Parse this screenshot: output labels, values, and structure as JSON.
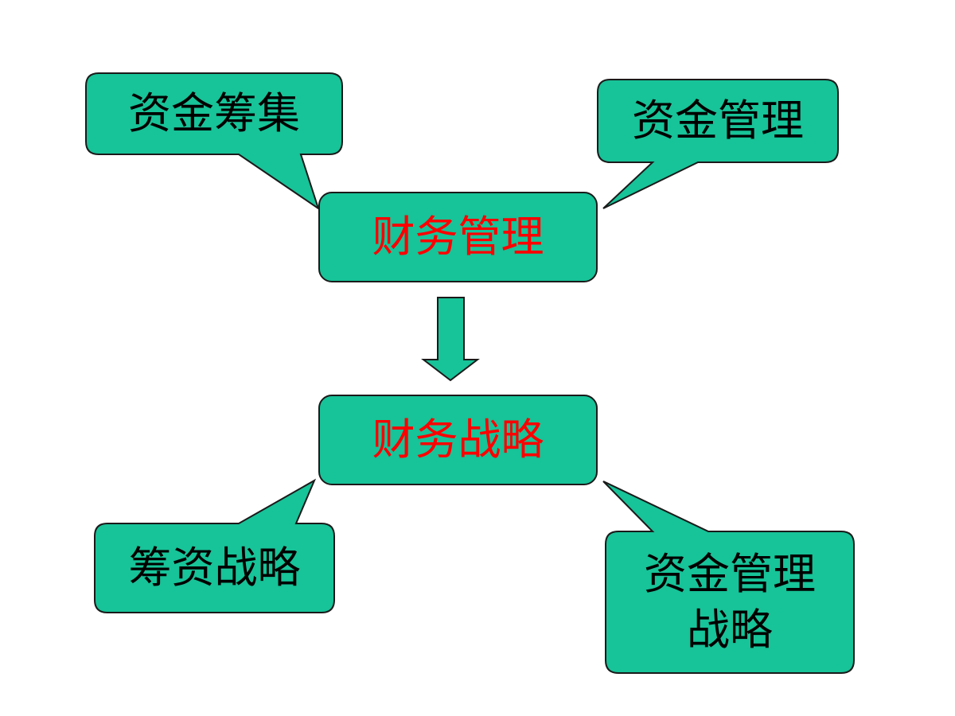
{
  "diagram": {
    "center_top": {
      "label": "财务管理"
    },
    "center_bottom": {
      "label": "财务战略"
    },
    "callout_top_left": {
      "label": "资金筹集"
    },
    "callout_top_right": {
      "label": "资金管理"
    },
    "callout_bottom_left": {
      "label": "筹资战略"
    },
    "callout_bottom_right": {
      "label": "资金管理\n战略"
    }
  },
  "colors": {
    "box_fill": "#17c398",
    "box_stroke": "#1a1a1a",
    "emphasis_text": "#ff0000",
    "normal_text": "#000000",
    "arrow": "down-arrow"
  }
}
